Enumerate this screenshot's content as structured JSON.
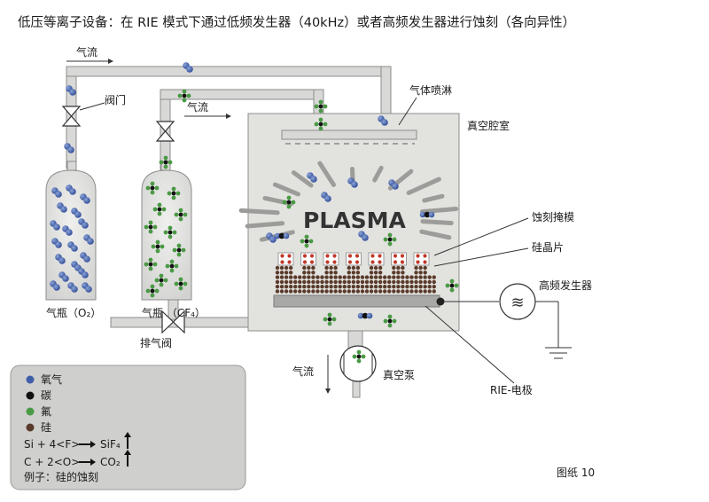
{
  "title": "低压等离子设备：在 RIE 模式下通过低频发生器（40kHz）或者高频发生器进行蚀刻（各向异性）",
  "labels": {
    "gas_flow_top": "气流",
    "gas_flow_mid": "气流",
    "gas_flow_bottom": "气流",
    "valve": "阀门",
    "gas_shower": "气体喷淋",
    "vacuum_chamber": "真空腔室",
    "etch_mask": "蚀刻掩模",
    "silicon_wafer": "硅晶片",
    "hf_generator": "高频发生器",
    "bottle_o2": "气瓶（O₂）",
    "bottle_cf4": "气瓶 （CF₄）",
    "exhaust_valve": "排气阀",
    "vacuum_pump": "真空泵",
    "rie_electrode": "RIE-电极",
    "plasma": "PLASMA",
    "figure": "图纸 10"
  },
  "legend": {
    "items": [
      {
        "label": "氧气",
        "color": "#3f5ea8"
      },
      {
        "label": "碳",
        "color": "#111111"
      },
      {
        "label": "氟",
        "color": "#4a9a45"
      },
      {
        "label": "硅",
        "color": "#5a3a2a"
      }
    ],
    "eq1_left": "Si + 4<F>",
    "eq1_right": "SiF₄",
    "eq2_left": "C + 2<O>",
    "eq2_right": "CO₂",
    "example": "例子：硅的蚀刻"
  },
  "colors": {
    "oxygen": "#3f5ea8",
    "carbon": "#111111",
    "fluorine": "#4a9a45",
    "silicon": "#5a3a2a",
    "mask_red": "#c0392b",
    "chamber": "#e0e0dd",
    "legend_box": "#cfcfcd"
  }
}
